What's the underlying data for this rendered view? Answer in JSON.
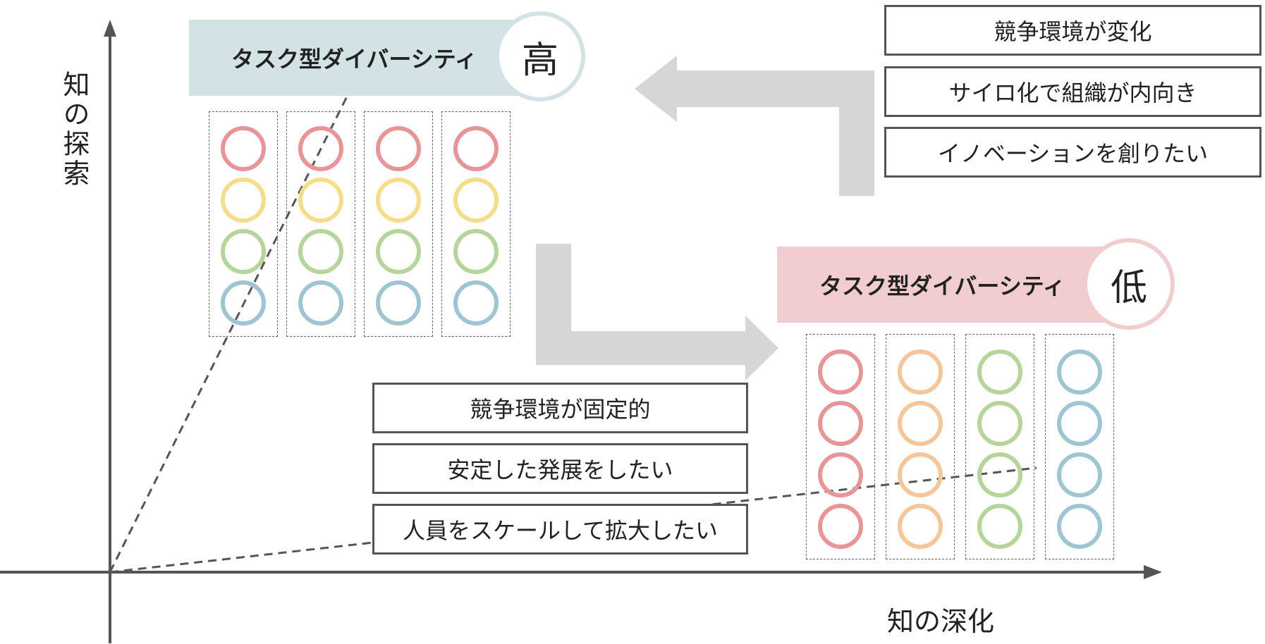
{
  "axes": {
    "y_label": "知の探索",
    "x_label": "知の深化"
  },
  "high": {
    "banner_text": "タスク型ダイバーシティ",
    "badge": "高",
    "banner_color": "#d3e2e5",
    "ring_color": "#d3e2e5",
    "columns": [
      [
        "#e8959a",
        "#f6dd8c",
        "#b6d59a",
        "#9fc5d2"
      ],
      [
        "#e8959a",
        "#f6dd8c",
        "#b6d59a",
        "#9fc5d2"
      ],
      [
        "#e8959a",
        "#f6dd8c",
        "#b6d59a",
        "#9fc5d2"
      ],
      [
        "#e8959a",
        "#f6dd8c",
        "#b6d59a",
        "#9fc5d2"
      ]
    ],
    "conditions": [
      "競争環境が変化",
      "サイロ化で組織が内向き",
      "イノベーションを創りたい"
    ]
  },
  "low": {
    "banner_text": "タスク型ダイバーシティ",
    "badge": "低",
    "banner_color": "#f2cdd0",
    "ring_color": "#f2cdd0",
    "columns": [
      [
        "#e8959a",
        "#e8959a",
        "#e8959a",
        "#e8959a"
      ],
      [
        "#f4c69a",
        "#f4c69a",
        "#f4c69a",
        "#f4c69a"
      ],
      [
        "#b6d59a",
        "#b6d59a",
        "#b6d59a",
        "#b6d59a"
      ],
      [
        "#9fc5d2",
        "#9fc5d2",
        "#9fc5d2",
        "#9fc5d2"
      ]
    ],
    "conditions": [
      "競争環境が固定的",
      "安定した発展をしたい",
      "人員をスケールして拡大したい"
    ]
  },
  "arrow_color": "#d6d6d6",
  "axis_color": "#555555"
}
